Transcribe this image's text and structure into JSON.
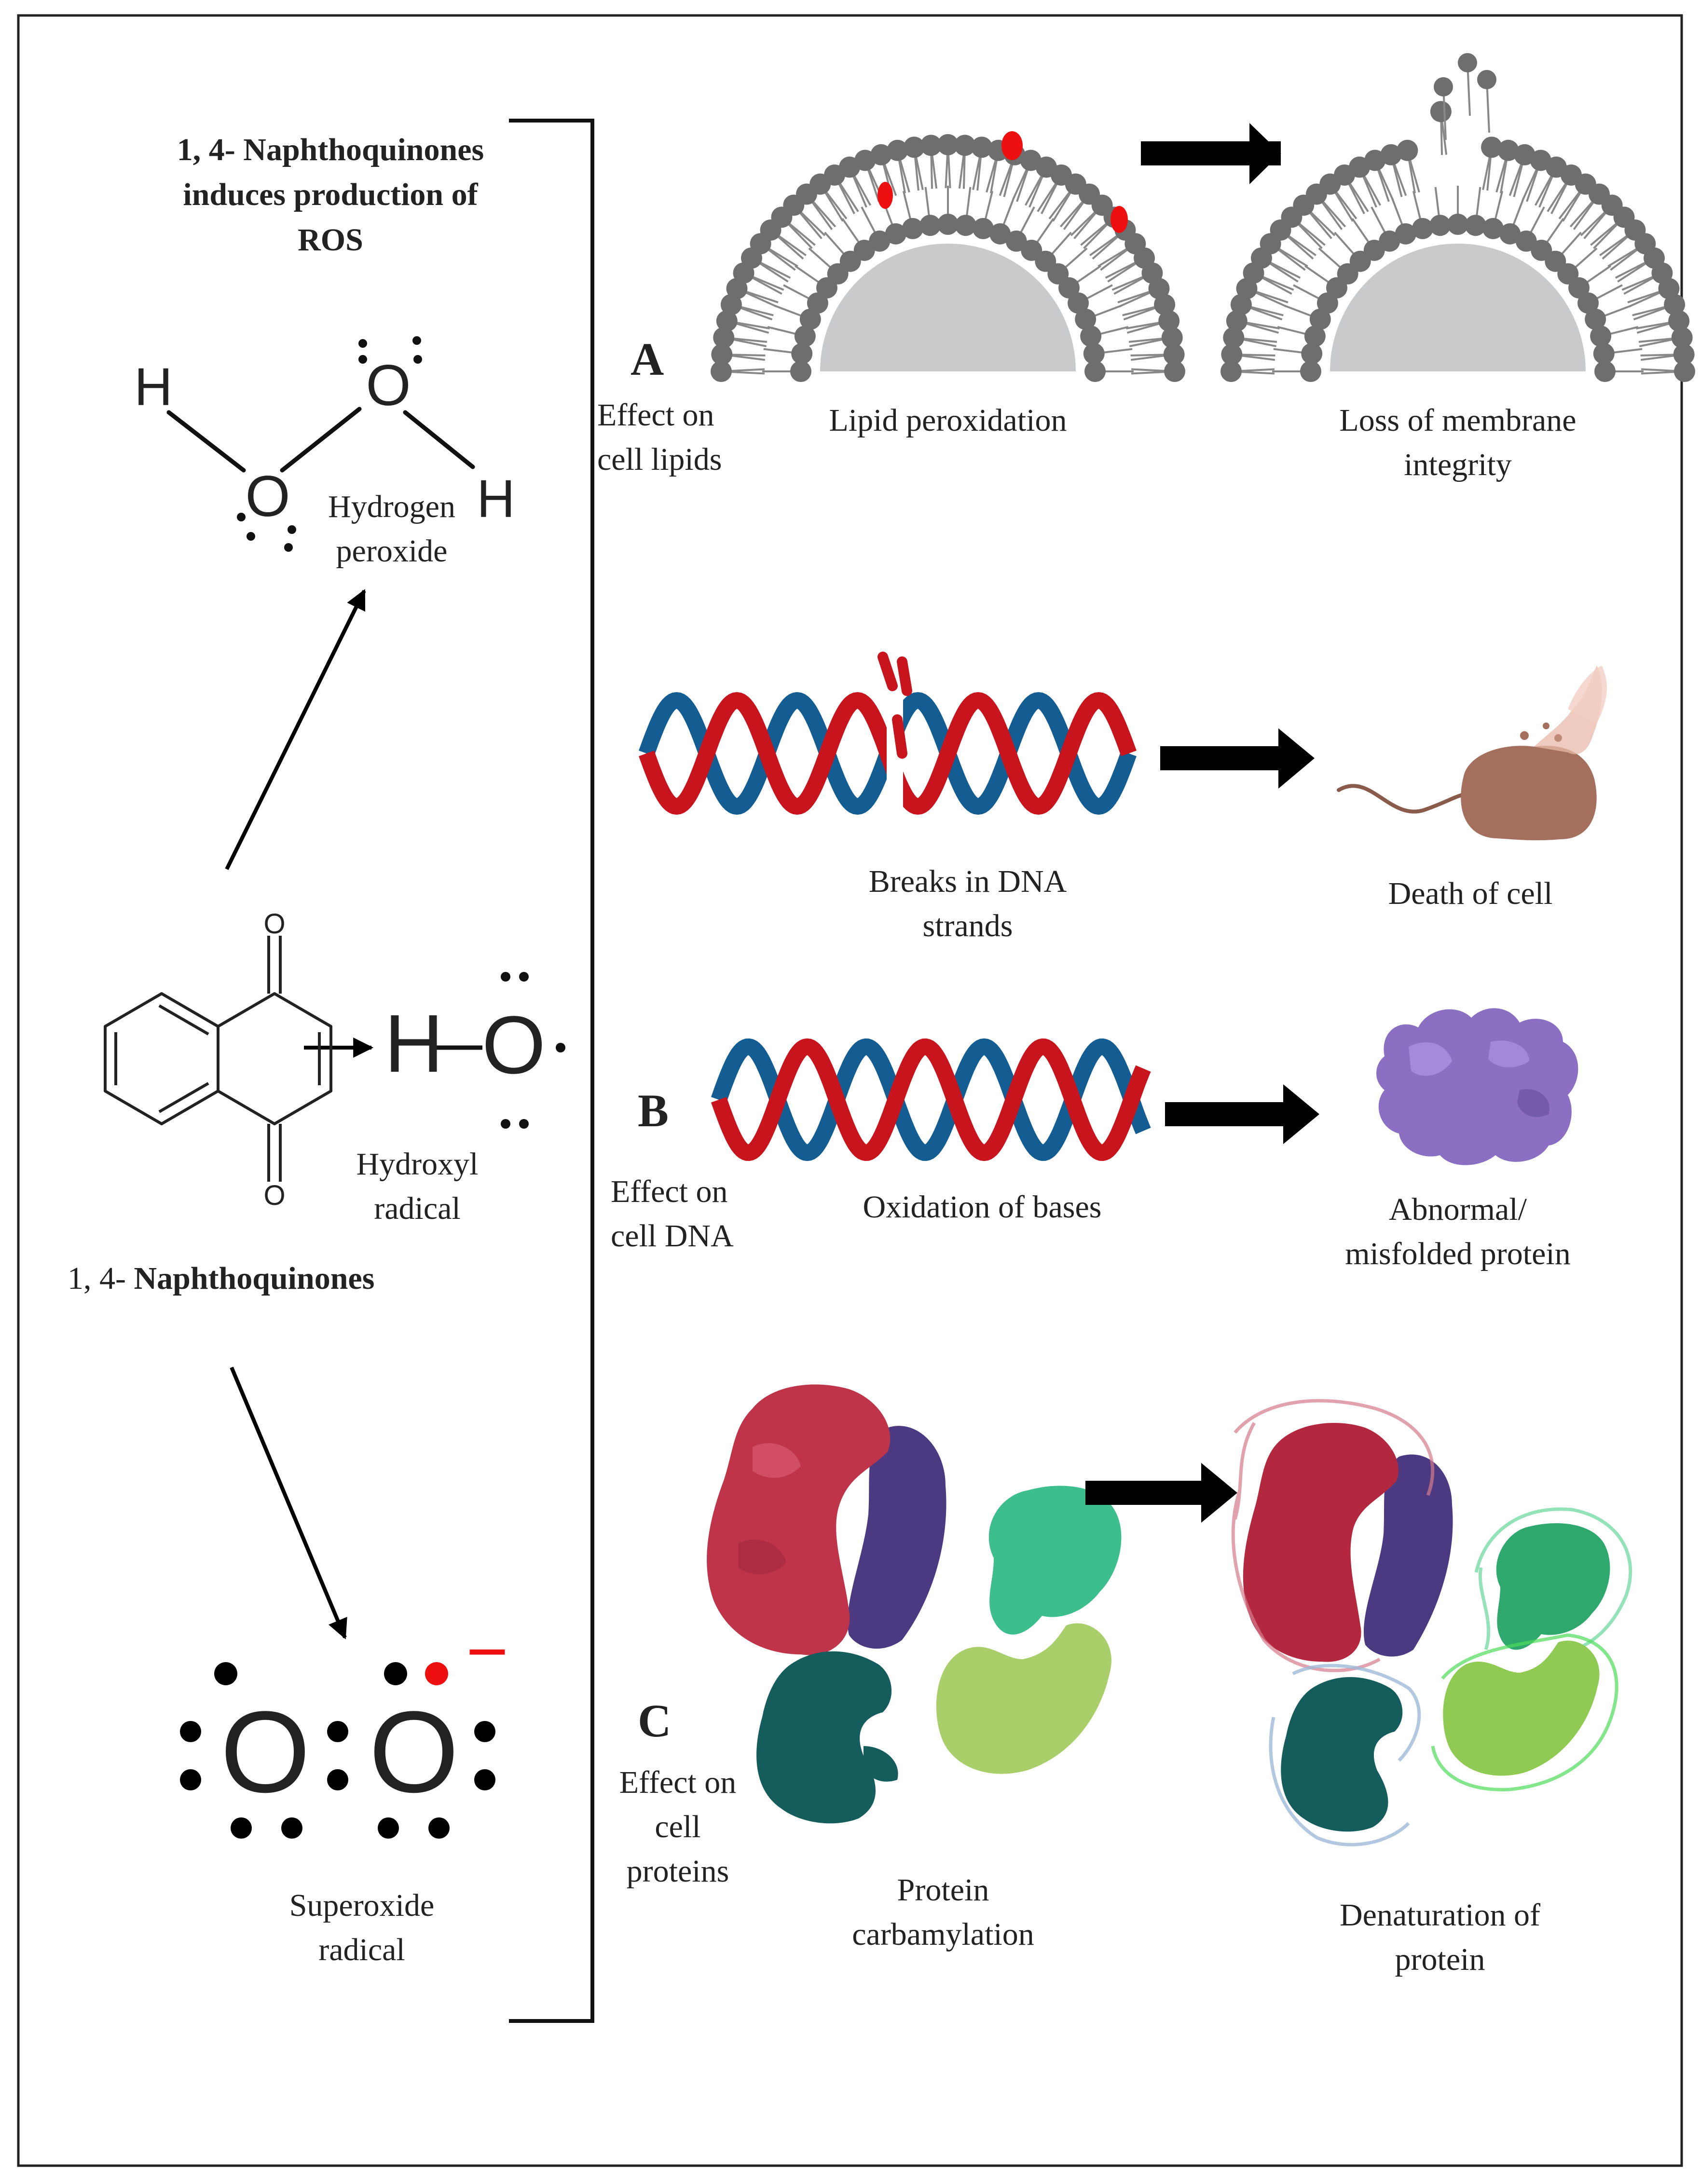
{
  "colors": {
    "dna_red": "#c8141c",
    "dna_blue": "#135d93",
    "membrane_head": "#6e6e6e",
    "membrane_core": "#c8cacc",
    "oxidation_mark": "#ee1010",
    "cell_body": "#a56f5d",
    "protein_purple": "#8a6fc2",
    "protein_red": "#c0344a",
    "protein_navy": "#4b3a82",
    "protein_green": "#3cbf8c",
    "protein_teal": "#155c5c",
    "protein_lime": "#a8cf6a",
    "arrow": "#000000"
  },
  "left": {
    "title": {
      "line1": "1, 4- Naphthoquinones",
      "line2": "induces production of",
      "line3": "ROS"
    },
    "h2o2": {
      "atom_h1": "H",
      "atom_o1": "O",
      "atom_o2": "O",
      "atom_h2": "H",
      "label_line1": "Hydrogen",
      "label_line2": "peroxide"
    },
    "naphthoquinone": {
      "o_top": "O",
      "o_bottom": "O",
      "label_prefix": "1, 4- ",
      "label_bold": "Naphthoquinones"
    },
    "hydroxyl": {
      "formula_h": "H",
      "formula_o": "O",
      "label_line1": "Hydroxyl",
      "label_line2": "radical"
    },
    "superoxide": {
      "atom_o1": "O",
      "atom_o2": "O",
      "charge": "−",
      "label_line1": "Superoxide",
      "label_line2": "radical"
    }
  },
  "sections": {
    "a": {
      "letter": "A",
      "effect_line1": "Effect on",
      "effect_line2": "cell lipids",
      "step1_line1": "Lipid peroxidation",
      "step2_line1": "Loss of membrane",
      "step2_line2": "integrity"
    },
    "dna_break": {
      "step1_line1": "Breaks in DNA",
      "step1_line2": "strands",
      "step2_line1": "Death of cell"
    },
    "b": {
      "letter": "B",
      "effect_line1": "Effect on",
      "effect_line2": "cell DNA",
      "step1_line1": "Oxidation of bases",
      "step2_line1": "Abnormal/",
      "step2_line2": "misfolded protein"
    },
    "c": {
      "letter": "C",
      "effect_line1": "Effect on",
      "effect_line2": "cell",
      "effect_line3": "proteins",
      "step1_line1": "Protein",
      "step1_line2": "carbamylation",
      "step2_line1": "Denaturation  of",
      "step2_line2": "protein"
    }
  }
}
